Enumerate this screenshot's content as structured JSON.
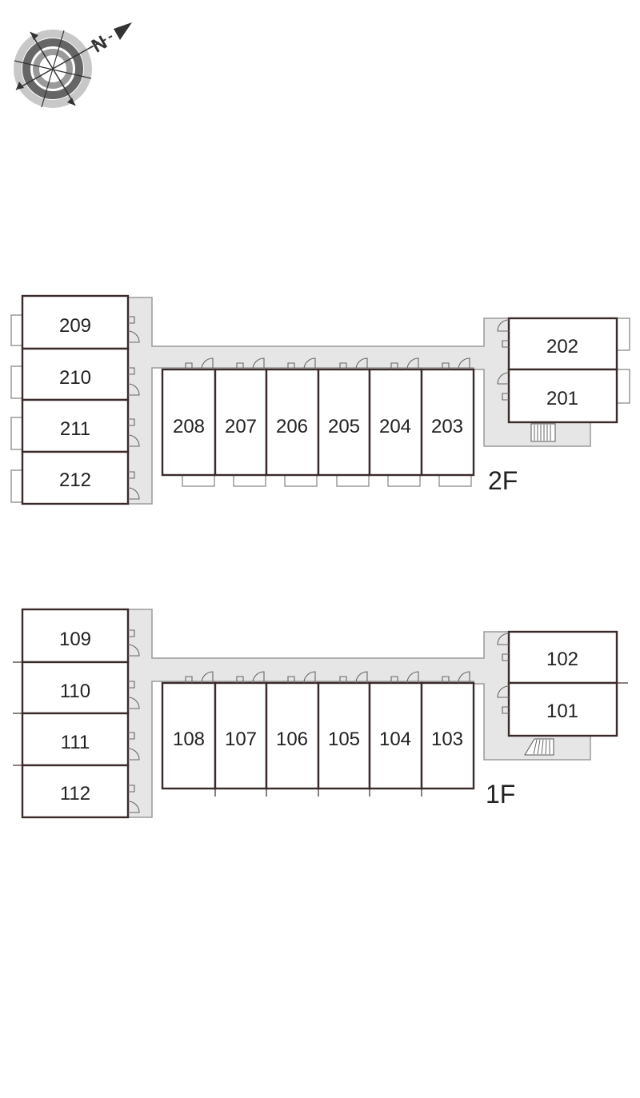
{
  "compass": {
    "icon": "compass-north-arrow-icon",
    "north_label": "N"
  },
  "floors": [
    {
      "id": "2F",
      "label": "2F",
      "rooms": {
        "west": [
          "209",
          "210",
          "211",
          "212"
        ],
        "center": [
          "208",
          "207",
          "206",
          "205",
          "204",
          "203"
        ],
        "east": [
          "202",
          "201"
        ]
      }
    },
    {
      "id": "1F",
      "label": "1F",
      "rooms": {
        "west": [
          "109",
          "110",
          "111",
          "112"
        ],
        "center": [
          "108",
          "107",
          "106",
          "105",
          "104",
          "103"
        ],
        "east": [
          "102",
          "101"
        ]
      }
    }
  ]
}
